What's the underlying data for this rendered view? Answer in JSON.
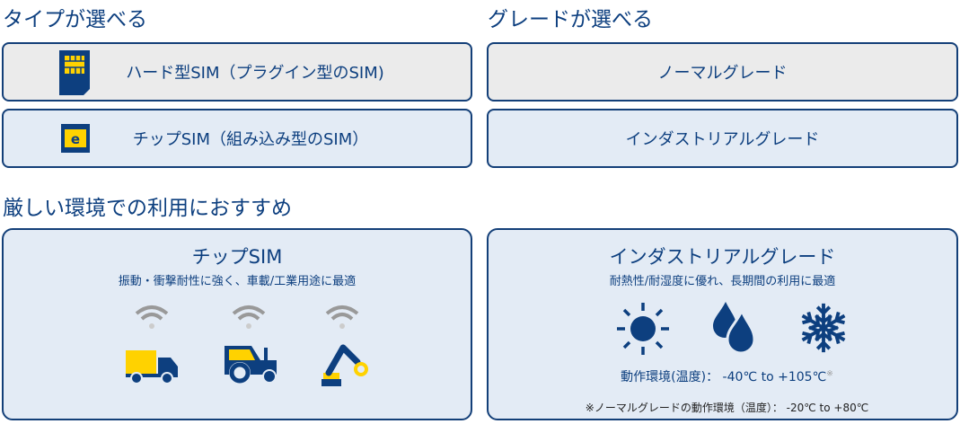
{
  "type_section": {
    "heading": "タイプが選べる",
    "items": [
      {
        "label": "ハード型SIM（プラグイン型のSIM)",
        "icon": "sim-card-icon"
      },
      {
        "label": "チップSIM（組み込み型のSIM）",
        "icon": "esim-chip-icon"
      }
    ]
  },
  "grade_section": {
    "heading": "グレードが選べる",
    "items": [
      {
        "label": "ノーマルグレード"
      },
      {
        "label": "インダストリアルグレード"
      }
    ]
  },
  "recommend": {
    "heading": "厳しい環境での利用におすすめ",
    "chip": {
      "title": "チップSIM",
      "subtitle": "振動・衝撃耐性に強く、車載/工業用途に最適"
    },
    "industrial": {
      "title": "インダストリアルグレード",
      "subtitle": "耐熱性/耐湿度に優れ、長期間の利用に最適",
      "temp": "動作環境(温度)： -40℃ to +105℃",
      "temp_mark": "※",
      "note": "※ノーマルグレードの動作環境（温度）： -20℃ to +80℃"
    }
  },
  "colors": {
    "navy": "#0d3f7f",
    "yellow": "#ffd200",
    "gray_box": "#ebebeb",
    "blue_box": "#e3ebf5"
  }
}
